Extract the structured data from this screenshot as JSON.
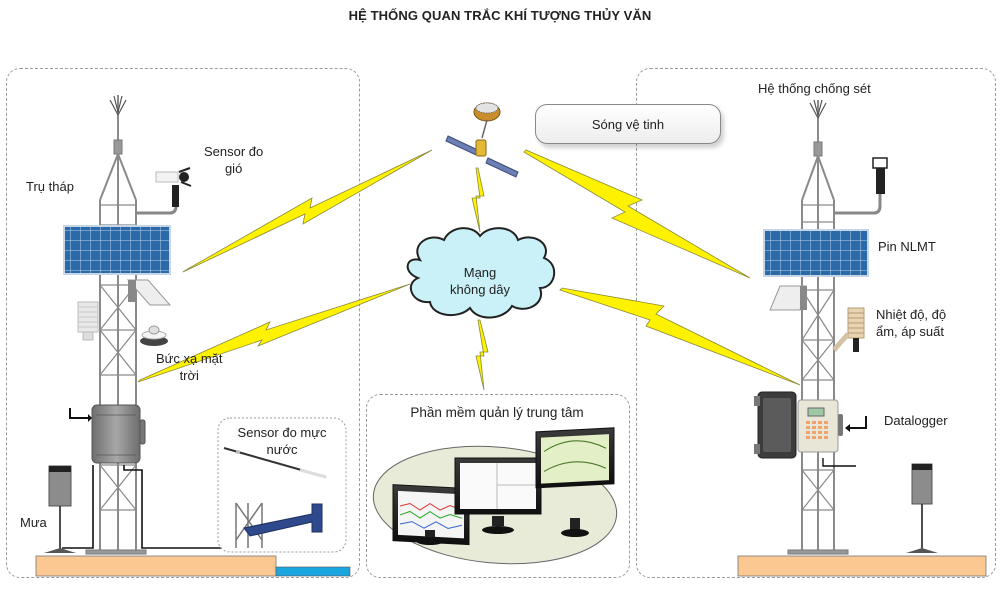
{
  "title": "HỆ THỐNG QUAN TRẮC KHÍ TƯỢNG THỦY VĂN",
  "left_station": {
    "labels": {
      "tower": "Trụ tháp",
      "wind_sensor_line1": "Sensor đo",
      "wind_sensor_line2": "gió",
      "solar_radiation_line1": "Bức xạ mặt",
      "solar_radiation_line2": "trời",
      "rain": "Mưa"
    },
    "water_level_box": {
      "label_line1": "Sensor đo mực",
      "label_line2": "nước"
    }
  },
  "center": {
    "satellite_wave_label": "Sóng vệ tinh",
    "network_label_line1": "Mạng",
    "network_label_line2": "không dây",
    "software_box_label": "Phần mềm quản lý trung tâm"
  },
  "right_station": {
    "labels": {
      "lightning_protection": "Hệ thống chống sét",
      "solar_panel": "Pin NLMT",
      "thp_line1": "Nhiệt độ, độ",
      "thp_line2": "ẩm, áp suất",
      "datalogger": "Datalogger"
    }
  },
  "colors": {
    "ground": "#fbc892",
    "water": "#1aa7e0",
    "lightning": "#fff200",
    "cloud": "#c9f1f7",
    "solar_panel": "#2b6aa8",
    "tower": "#8a8a8a"
  }
}
